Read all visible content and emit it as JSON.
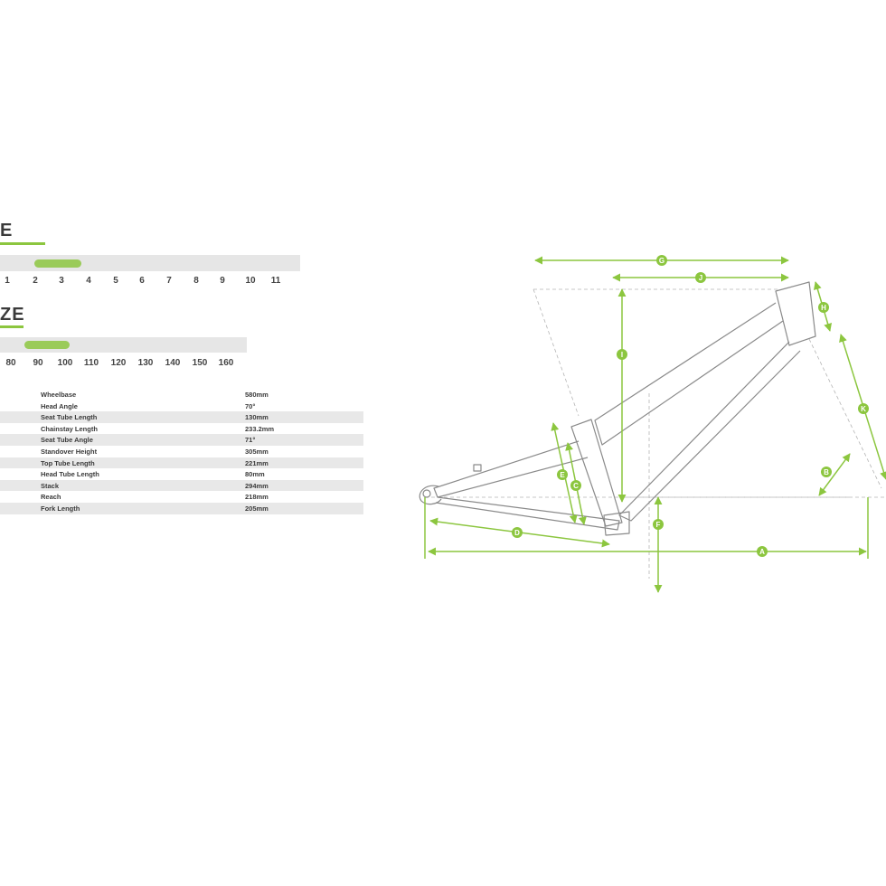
{
  "sections": [
    {
      "title": "E",
      "ticks": [
        "1",
        "2",
        "3",
        "4",
        "5",
        "6",
        "7",
        "8",
        "9",
        "10",
        "11"
      ]
    },
    {
      "title": "ZE",
      "ticks": [
        "80",
        "90",
        "100",
        "110",
        "120",
        "130",
        "140",
        "150",
        "160"
      ]
    }
  ],
  "specs": [
    {
      "label": "Wheelbase",
      "value": "580mm"
    },
    {
      "label": "Head Angle",
      "value": "70°"
    },
    {
      "label": "Seat Tube Length",
      "value": "130mm"
    },
    {
      "label": "Chainstay Length",
      "value": "233.2mm"
    },
    {
      "label": "Seat Tube Angle",
      "value": "71°"
    },
    {
      "label": "Standover Height",
      "value": "305mm"
    },
    {
      "label": "Top Tube Length",
      "value": "221mm"
    },
    {
      "label": "Head Tube Length",
      "value": "80mm"
    },
    {
      "label": "Stack",
      "value": "294mm"
    },
    {
      "label": "Reach",
      "value": "218mm"
    },
    {
      "label": "Fork Length",
      "value": "205mm"
    }
  ],
  "dimension_letters": {
    "A": "A",
    "B": "B",
    "C": "C",
    "D": "D",
    "E": "E",
    "F": "F",
    "G": "G",
    "H": "H",
    "I": "I",
    "J": "J",
    "K": "K"
  },
  "colors": {
    "accent": "#8cc63f",
    "frame_line": "#8a8a8a",
    "shade": "#e8e8e8"
  }
}
